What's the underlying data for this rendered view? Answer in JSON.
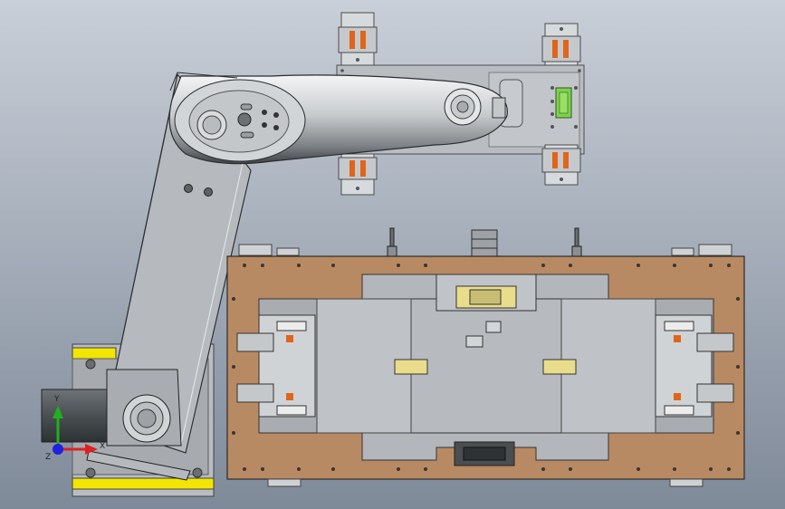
{
  "view": {
    "background_top": "#c9cfd8",
    "background_bottom": "#7f8a99",
    "axis_x_color": "#e02020",
    "axis_y_color": "#20b020",
    "axis_z_color": "#2020e0"
  },
  "model": {
    "plate_color": "#b88a63",
    "metal_color": "#b9bdc2",
    "rail_color": "#d9dcdf",
    "stripe_color": "#f2e600",
    "motor_color": "#4f5457",
    "accent_orange": "#e0651a",
    "accent_green": "#7cd34a"
  },
  "triad": {
    "x_label": "X",
    "y_label": "Y",
    "z_label": "Z"
  }
}
